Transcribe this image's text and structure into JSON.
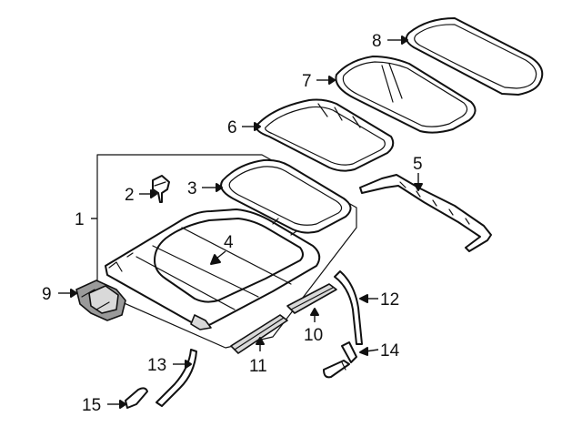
{
  "diagram": {
    "callouts": [
      {
        "id": "1",
        "text": "1"
      },
      {
        "id": "2",
        "text": "2"
      },
      {
        "id": "3",
        "text": "3"
      },
      {
        "id": "4",
        "text": "4"
      },
      {
        "id": "5",
        "text": "5"
      },
      {
        "id": "6",
        "text": "6"
      },
      {
        "id": "7",
        "text": "7"
      },
      {
        "id": "8",
        "text": "8"
      },
      {
        "id": "9",
        "text": "9"
      },
      {
        "id": "10",
        "text": "10"
      },
      {
        "id": "11",
        "text": "11"
      },
      {
        "id": "12",
        "text": "12"
      },
      {
        "id": "13",
        "text": "13"
      },
      {
        "id": "14",
        "text": "14"
      },
      {
        "id": "15",
        "text": "15"
      }
    ],
    "colors": {
      "line": "#111111",
      "background": "#ffffff",
      "shade_light": "#d9d9d9",
      "shade_dark": "#9a9a9a"
    }
  }
}
